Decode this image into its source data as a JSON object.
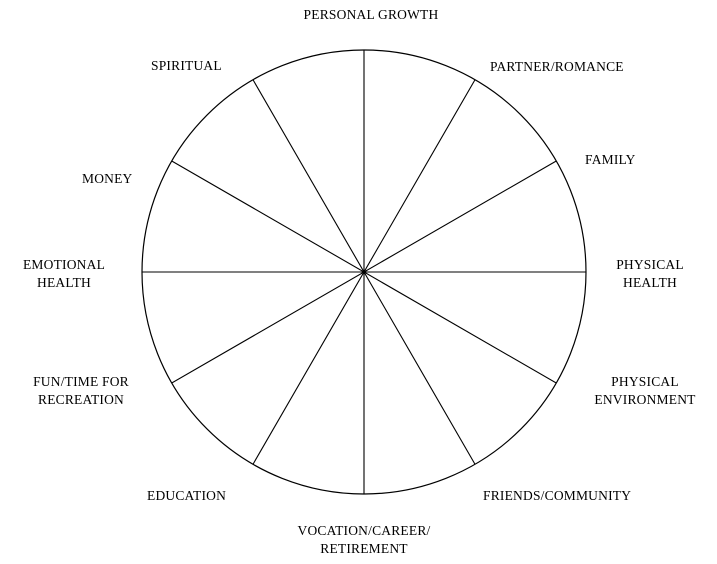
{
  "wheel": {
    "segments": 12,
    "labels": [
      {
        "key": "personal_growth",
        "text": "PERSONAL GROWTH"
      },
      {
        "key": "partner_romance",
        "text": "PARTNER/ROMANCE"
      },
      {
        "key": "family",
        "text": "FAMILY"
      },
      {
        "key": "physical_health",
        "text": "PHYSICAL\nHEALTH"
      },
      {
        "key": "physical_environment",
        "text": "PHYSICAL\nENVIRONMENT"
      },
      {
        "key": "friends_community",
        "text": "FRIENDS/COMMUNITY"
      },
      {
        "key": "vocation_career",
        "text": "VOCATION/CAREER/\nRETIREMENT"
      },
      {
        "key": "education",
        "text": "EDUCATION"
      },
      {
        "key": "fun_recreation",
        "text": "FUN/TIME FOR\nRECREATION"
      },
      {
        "key": "emotional_health",
        "text": "EMOTIONAL\nHEALTH"
      },
      {
        "key": "money",
        "text": "MONEY"
      },
      {
        "key": "spiritual",
        "text": "SPIRITUAL"
      }
    ]
  },
  "colors": {
    "stroke": "#000000",
    "background": "#ffffff"
  }
}
